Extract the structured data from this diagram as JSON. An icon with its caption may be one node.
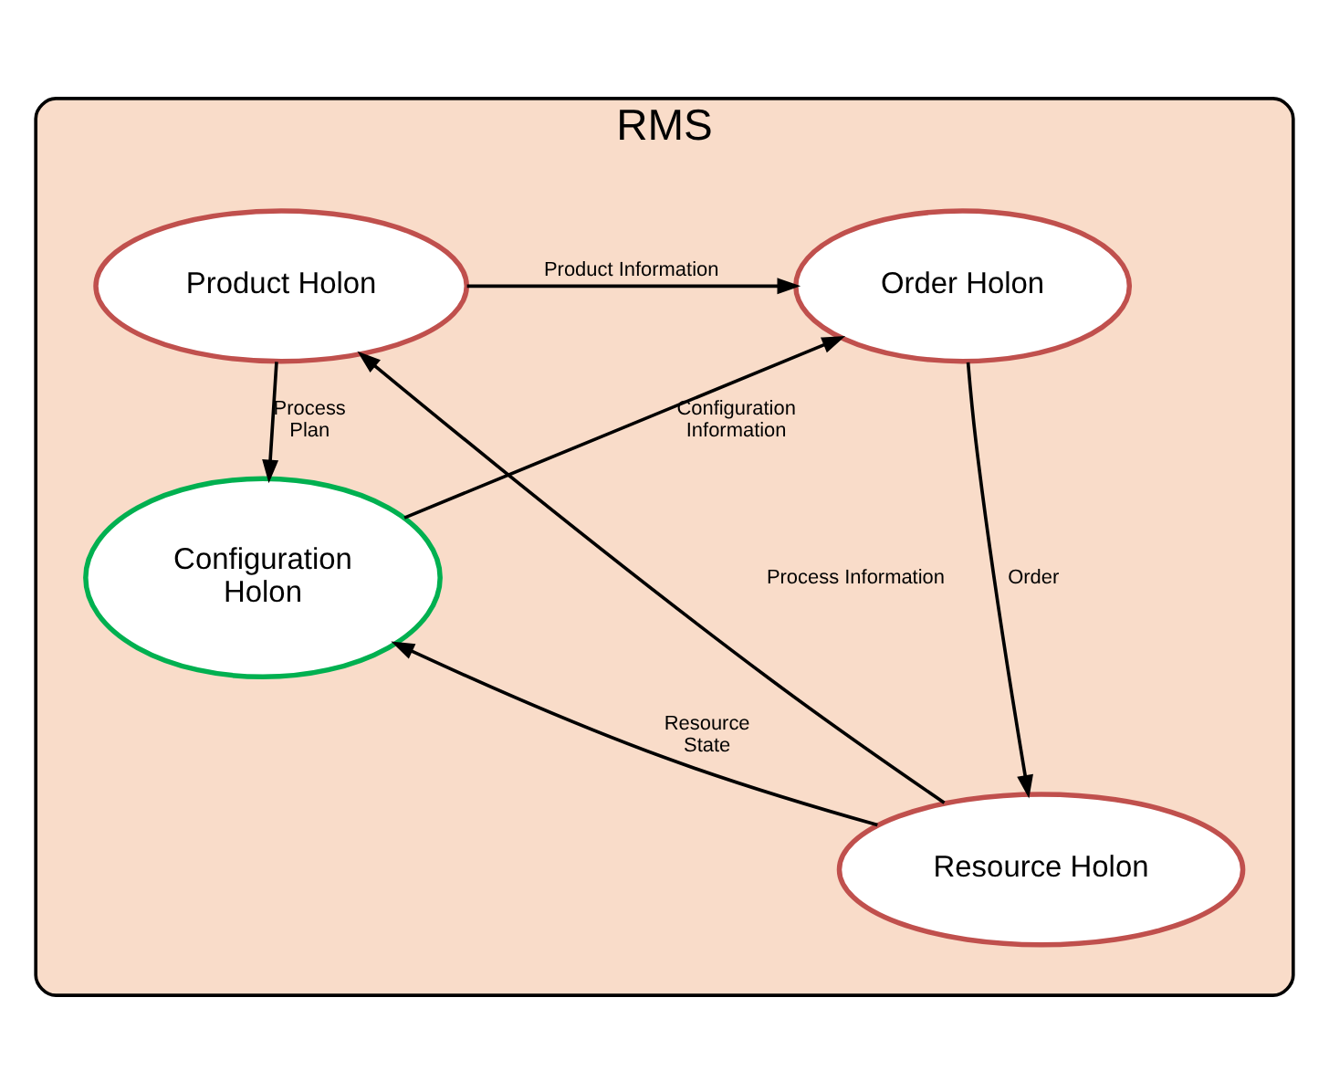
{
  "diagram": {
    "nodes": [
      {
        "text": [
          "RMS"
        ]
      },
      {
        "text": [
          "Order Holon"
        ],
        "in": 0
      },
      {
        "text": [
          "Product Holon"
        ],
        "in": 0
      },
      {
        "text": [
          "Configuration Holon"
        ],
        "in": 0
      },
      {
        "text": [
          "Resource Holon"
        ],
        "in": 0
      }
    ],
    "edges": [
      {
        "from": 2,
        "to": 1,
        "arrow": "to",
        "label": "Product Information"
      },
      {
        "from": 3,
        "to": 1,
        "arrow": "to",
        "label": "Configuration Information"
      },
      {
        "from": 2,
        "to": 3,
        "arrow": "to",
        "label": "Process Plan"
      },
      {
        "from": 1,
        "to": 4,
        "arrow": "to",
        "label": "Order"
      },
      {
        "from": 4,
        "to": 3,
        "arrow": "to",
        "label": "Resource State"
      },
      {
        "from": 4,
        "to": 2,
        "arrow": "to",
        "label": "Process Information"
      }
    ]
  }
}
